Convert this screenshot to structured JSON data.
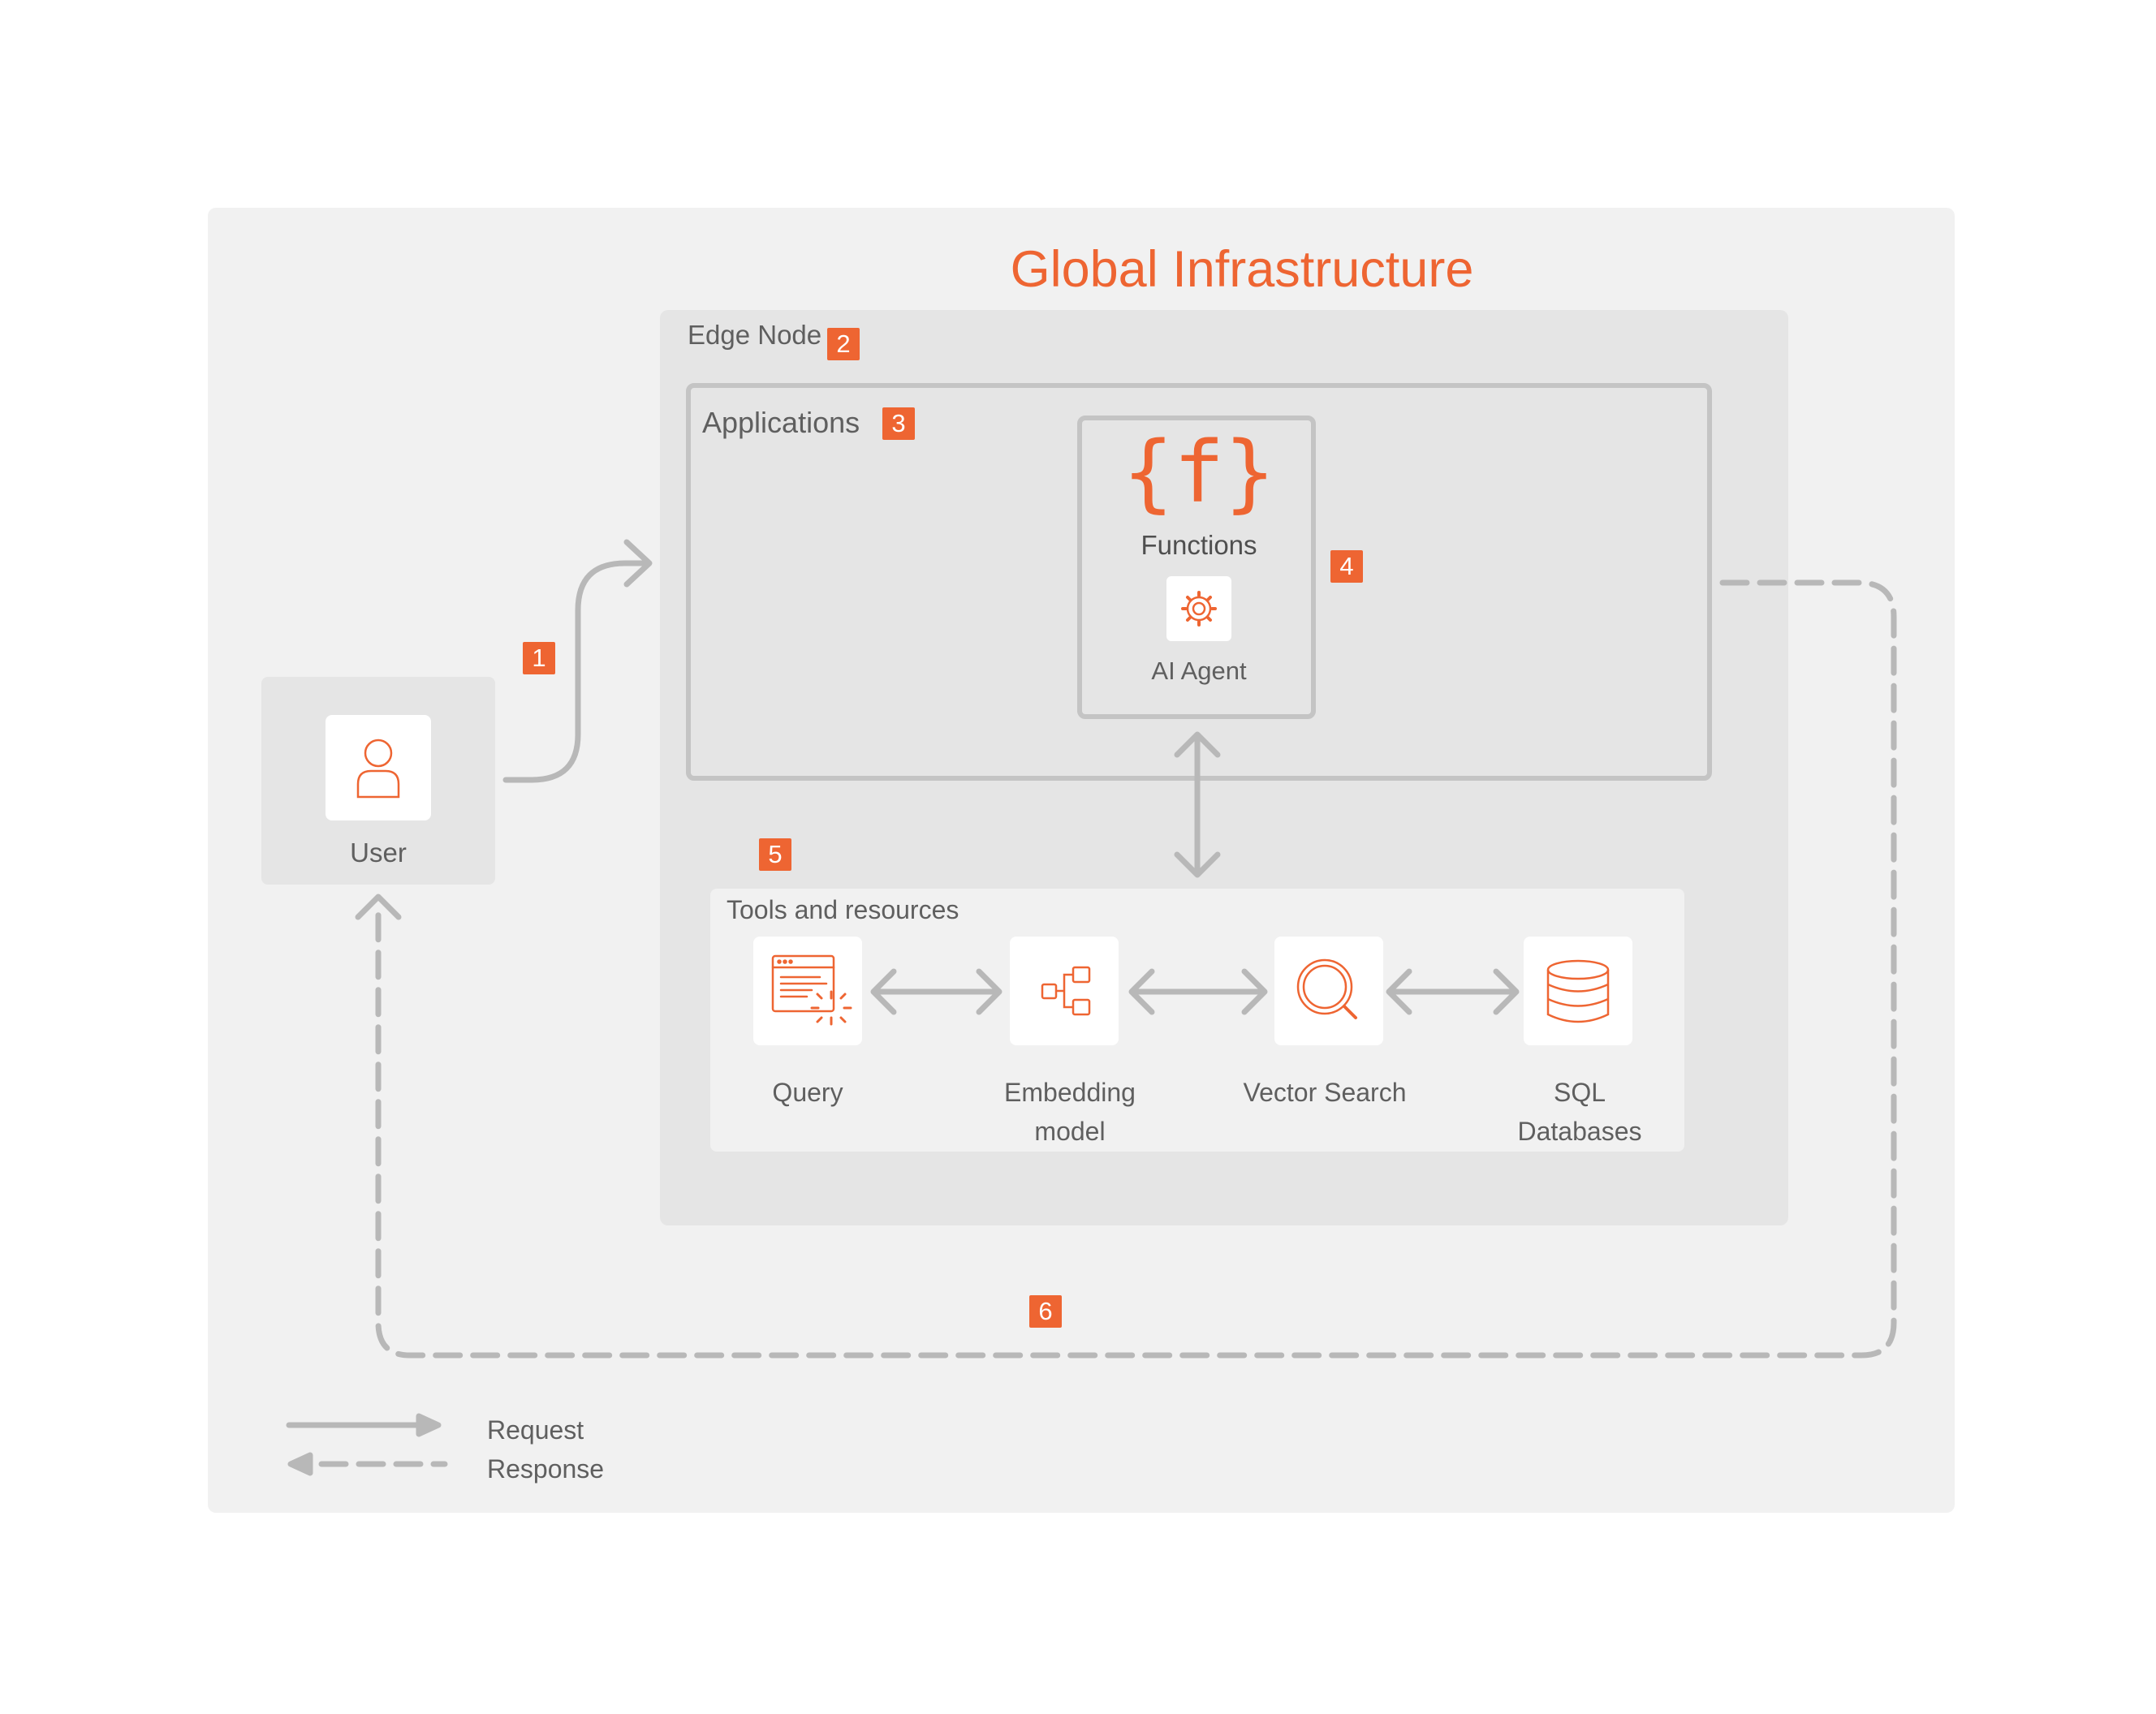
{
  "title": "Global Infrastructure",
  "edge_node": {
    "label": "Edge Node",
    "badge": "2"
  },
  "applications": {
    "label": "Applications",
    "badge": "3"
  },
  "functions": {
    "label": "Functions",
    "agent_label": "AI Agent",
    "badge": "4",
    "icon": "curly-braces-f-icon",
    "agent_icon": "gear-icon"
  },
  "user": {
    "label": "User",
    "badge": "1",
    "icon": "user-icon"
  },
  "tools": {
    "label": "Tools and resources",
    "badge": "5",
    "items": [
      {
        "label": "Query",
        "icon": "query-window-icon"
      },
      {
        "label": "Embedding\nmodel",
        "icon": "network-nodes-icon"
      },
      {
        "label": "Vector Search",
        "icon": "magnifier-icon"
      },
      {
        "label": "SQL\nDatabases",
        "icon": "database-icon"
      }
    ]
  },
  "response_badge": "6",
  "legend": {
    "request": "Request",
    "response": "Response"
  },
  "colors": {
    "accent": "#ee6532",
    "arrow": "#b8b8b8",
    "panel": "#f1f1f1",
    "node": "#e5e5e5"
  }
}
